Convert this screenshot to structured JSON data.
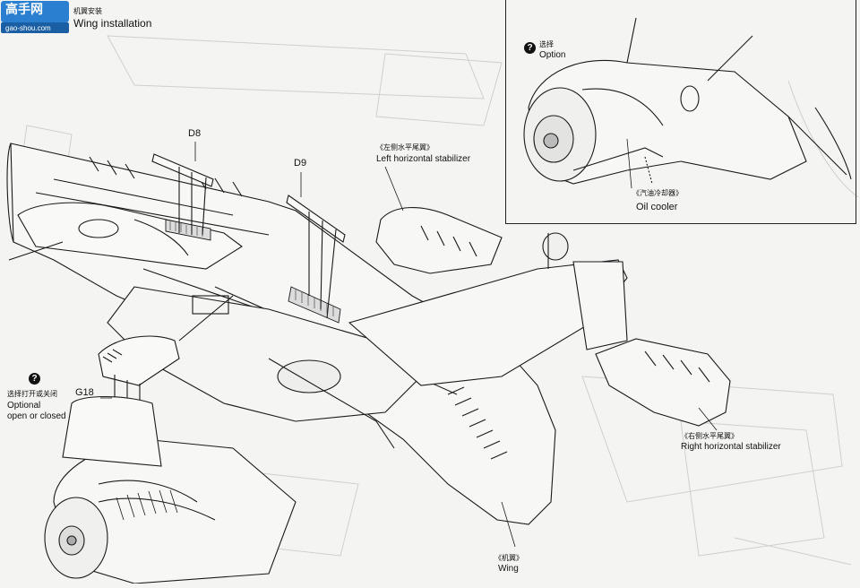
{
  "header": {
    "logo_text": "高手网",
    "logo_url_text": "gao-shou.com",
    "step_zh": "机翼安装",
    "step_en": "Wing installation"
  },
  "parts": {
    "d8": "D8",
    "d9": "D9",
    "g18": "G18"
  },
  "labels": {
    "left_stab_zh": "《左侧水平尾翼》",
    "left_stab_en": "Left horizontal stabilizer",
    "right_stab_zh": "《右侧水平尾翼》",
    "right_stab_en": "Right horizontal stabilizer",
    "wing_zh": "《机翼》",
    "wing_en": "Wing",
    "optional_zh": "选择打开或关闭",
    "optional_en_1": "Optional",
    "optional_en_2": "open or closed",
    "qmark": "?"
  },
  "inset": {
    "option_zh": "选择",
    "option_en": "Option",
    "oil_cooler_zh": "《汽油冷却器》",
    "oil_cooler_en": "Oil cooler",
    "qmark": "?"
  },
  "colors": {
    "line": "#1a1a1a",
    "faint": "#c9c9c9",
    "fill": "#f7f7f5"
  }
}
